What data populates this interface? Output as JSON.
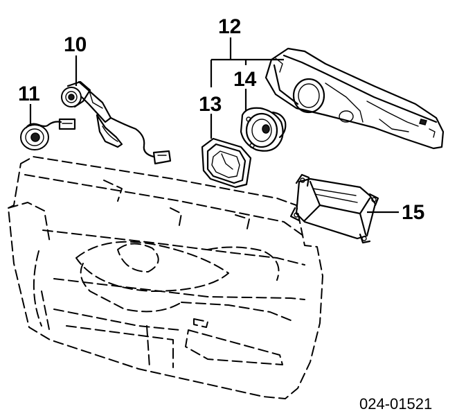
{
  "callouts": {
    "c10": "10",
    "c11": "11",
    "c12": "12",
    "c13": "13",
    "c14": "14",
    "c15": "15"
  },
  "diagram_code": "024-01521"
}
